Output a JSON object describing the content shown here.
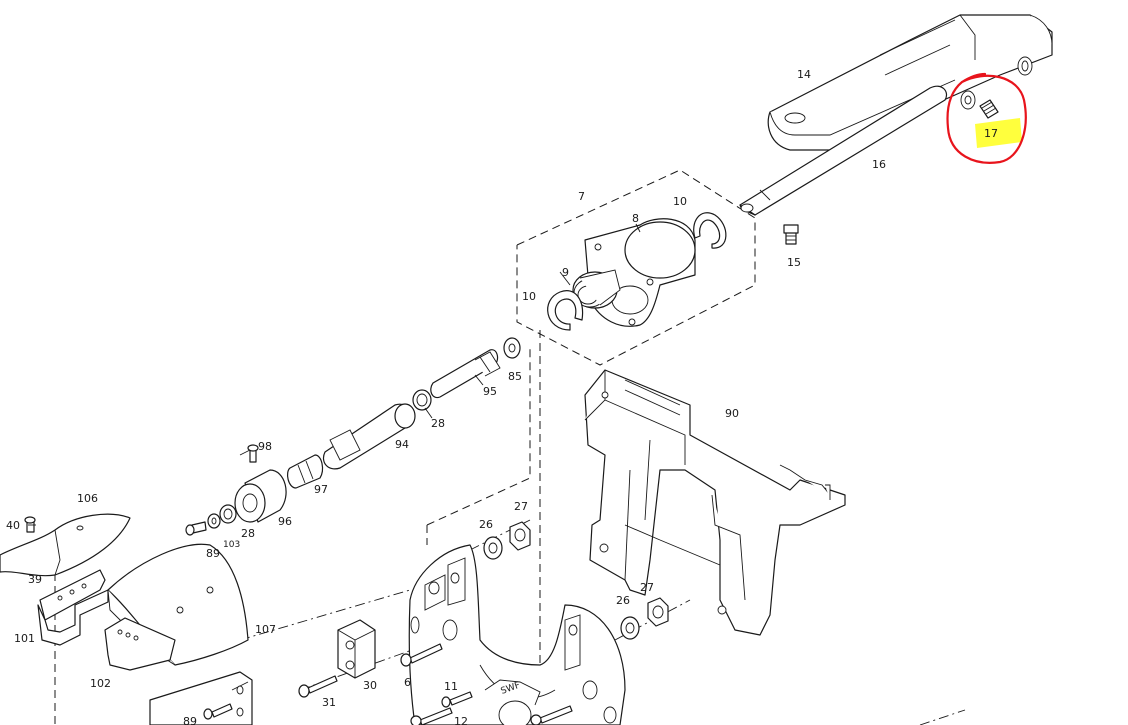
{
  "diagram": {
    "callouts": {
      "p6": "6",
      "p7": "7",
      "p8": "8",
      "p9": "9",
      "p10a": "10",
      "p10b": "10",
      "p11": "11",
      "p12": "12",
      "p14": "14",
      "p15": "15",
      "p16": "16",
      "p17": "17",
      "p26a": "26",
      "p26b": "26",
      "p27a": "27",
      "p27b": "27",
      "p28a": "28",
      "p28b": "28",
      "p30": "30",
      "p31": "31",
      "p39": "39",
      "p40": "40",
      "p85": "85",
      "p89a": "89",
      "p89b": "89",
      "p90": "90",
      "p94": "94",
      "p95": "95",
      "p96": "96",
      "p97": "97",
      "p98": "98",
      "p101": "101",
      "p102": "102",
      "p103": "103",
      "p106": "106",
      "p107": "107"
    },
    "logo_text": "SWF",
    "highlight": {
      "target": "17",
      "ring_color": "#e8141c",
      "marker_color": "#ffff33"
    }
  }
}
